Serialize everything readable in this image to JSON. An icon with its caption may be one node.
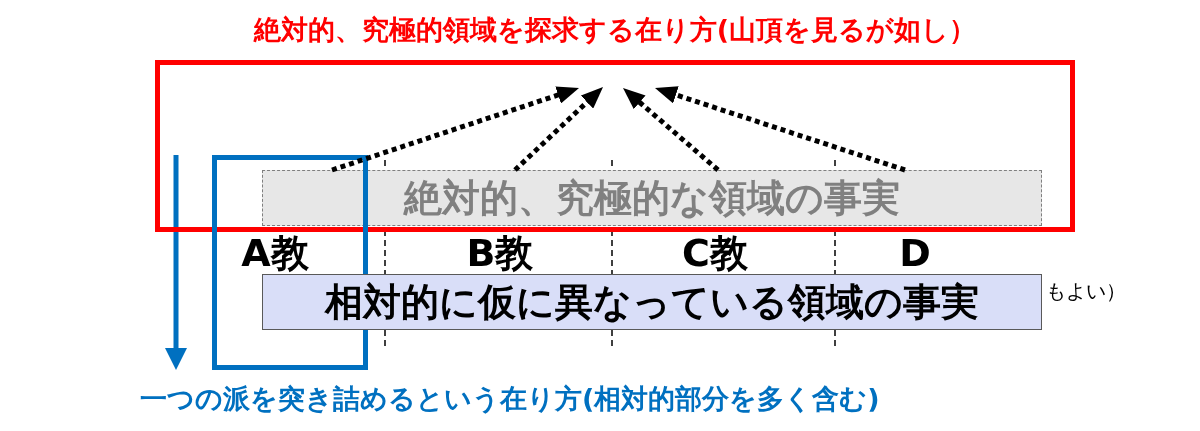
{
  "diagram": {
    "nodes": [
      {
        "text": [
          "絶対的、究極的領域を探求する在り方(山頂を見るが如し）"
        ]
      },
      {
        "text": [
          "絶対的、究極的な領域の事実"
        ],
        "in": 0
      },
      {
        "text": [
          "一つの派を突き詰めるという在り方(相対的部分を多く含む)"
        ]
      },
      {
        "text": [
          "A教"
        ],
        "in": 2
      },
      {
        "text": [
          "B教"
        ]
      },
      {
        "text": [
          "C教"
        ]
      },
      {
        "text": [
          "D"
        ]
      },
      {
        "text": [
          "相対的に仮に異なっている領域の事実"
        ]
      }
    ],
    "edges": [
      {
        "from": 1,
        "to": null,
        "arrow": "to",
        "style": "dashed"
      },
      {
        "from": 1,
        "to": null,
        "arrow": "to",
        "style": "dashed"
      },
      {
        "from": 1,
        "to": null,
        "arrow": "to",
        "style": "dashed"
      },
      {
        "from": 1,
        "to": null,
        "arrow": "to",
        "style": "dashed"
      }
    ],
    "labels": [
      "もよい）"
    ]
  }
}
